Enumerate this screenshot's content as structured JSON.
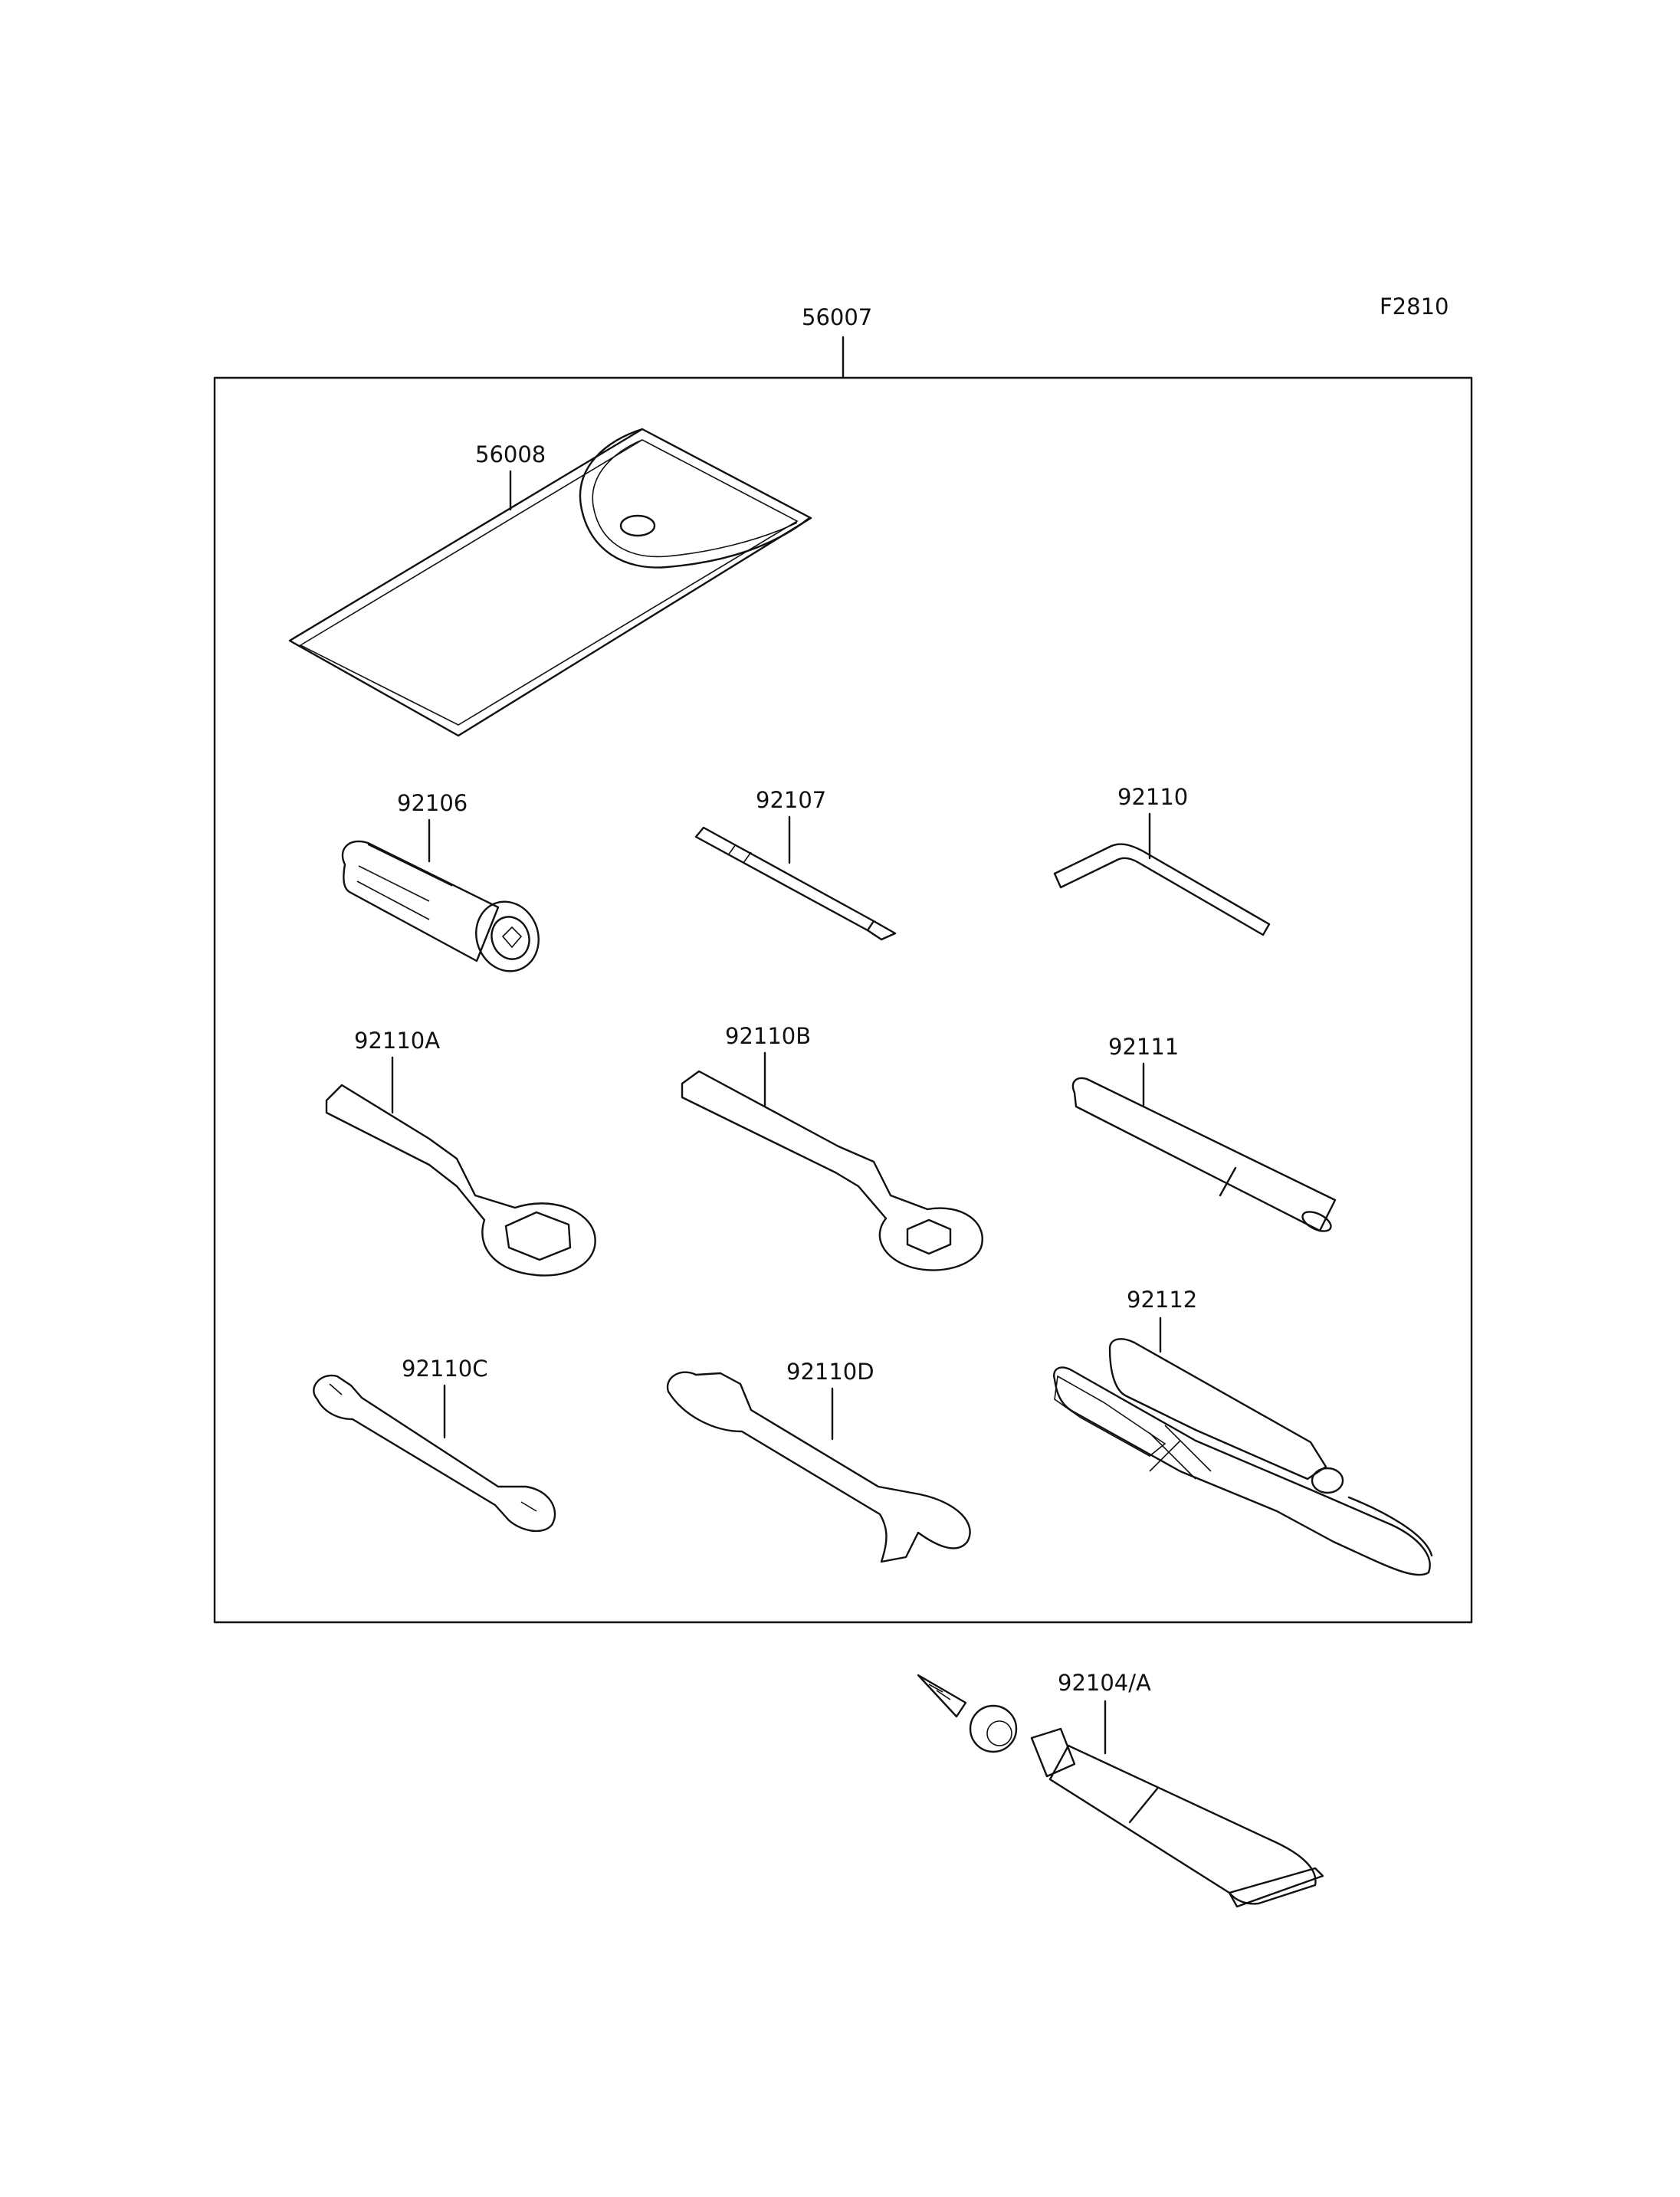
{
  "figure_code": "F2810",
  "parts": {
    "tool_kit": "56007",
    "tool_case": "56008",
    "p92106": "92106",
    "p92107": "92107",
    "p92110": "92110",
    "p92110A": "92110A",
    "p92110B": "92110B",
    "p92111": "92111",
    "p92112": "92112",
    "p92110C": "92110C",
    "p92110D": "92110D",
    "p92104A": "92104/A"
  }
}
